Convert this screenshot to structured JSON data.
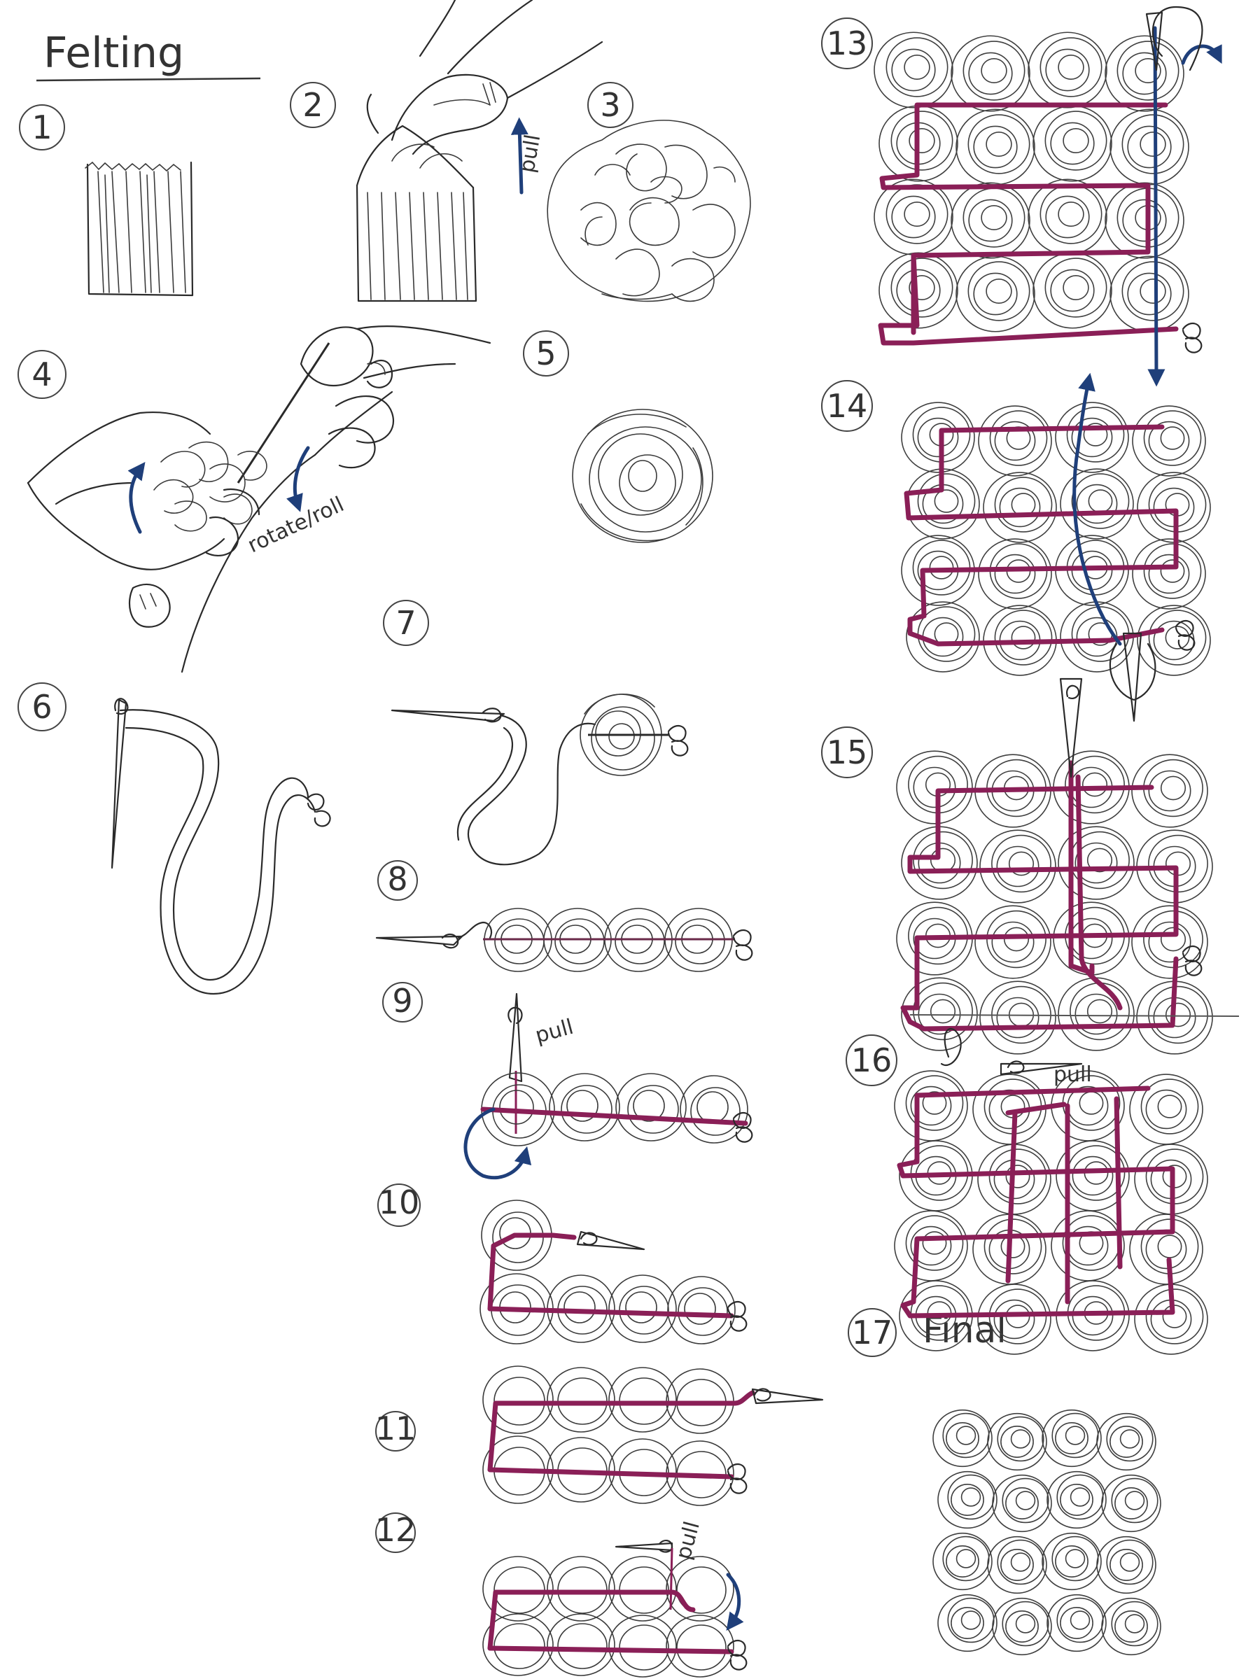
{
  "title": "Felting",
  "steps": [
    "1",
    "2",
    "3",
    "4",
    "5",
    "6",
    "7",
    "8",
    "9",
    "10",
    "11",
    "12",
    "13",
    "14",
    "15",
    "16",
    "17"
  ],
  "notes": {
    "pull_2": "pull",
    "rotate_roll": "rotate/roll",
    "pull_9": "pull",
    "pull_12": "pull",
    "pull_16": "pull",
    "final": "Final"
  },
  "colors": {
    "ink": "#2a2a2a",
    "arrow_blue": "#1f3f7a",
    "yarn_magenta": "#8a1f57"
  }
}
